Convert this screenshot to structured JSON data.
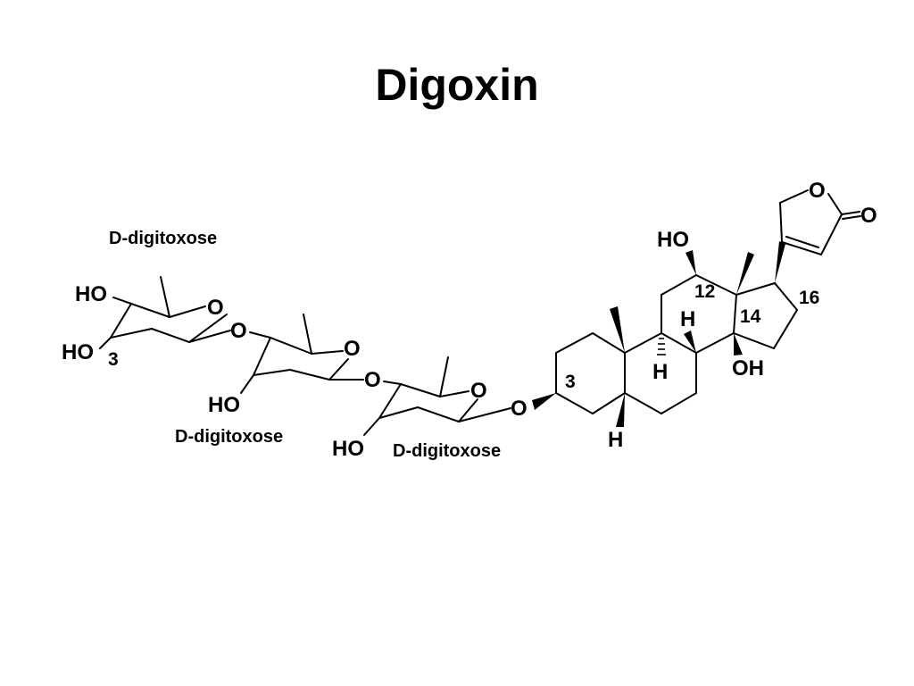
{
  "title": "Digoxin",
  "sugar_labels": [
    "D-digitoxose",
    "D-digitoxose",
    "D-digitoxose"
  ],
  "atoms": {
    "o_ring1": "O",
    "o_link1": "O",
    "o_ring2": "O",
    "o_link2": "O",
    "o_ring3": "O",
    "o_link3": "O",
    "ho_s1a": "HO",
    "ho_s1b": "HO",
    "ho_s2": "HO",
    "ho_s3": "HO",
    "ho_12": "HO",
    "oh_14": "OH",
    "h_8": "H",
    "h_9": "H",
    "h_5": "H",
    "o_lactone_ring": "O",
    "o_carbonyl": "O"
  },
  "locants": {
    "sugar_c3": "3",
    "steroid_c3": "3",
    "c12": "12",
    "c14": "14",
    "c16": "16"
  }
}
